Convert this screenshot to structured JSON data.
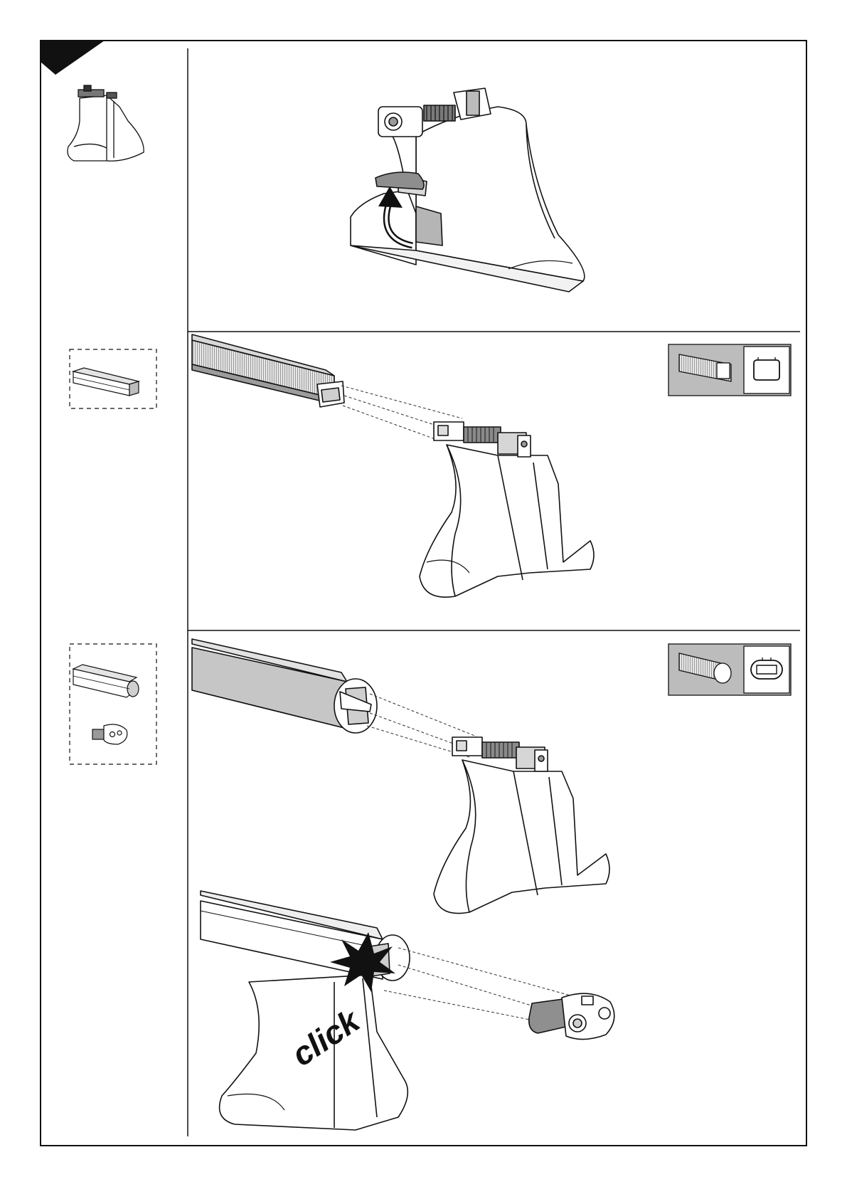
{
  "page": {
    "background": "#ffffff",
    "ink": "#111111",
    "grey_fill": "#c4c4c4",
    "light_fill": "#eeeeee",
    "panel_fill": "#bdbdbd"
  },
  "steps": [
    {
      "id": "lift-lock-plate",
      "icons": [
        "roof-foot-icon",
        "curved-arrow-icon"
      ]
    },
    {
      "id": "insert-square-bar",
      "icons": [
        "square-bar-icon",
        "square-profile-icon"
      ]
    },
    {
      "id": "insert-aero-bar-and-adapter",
      "icons": [
        "aero-bar-icon",
        "aero-profile-icon",
        "t-adapter-icon"
      ]
    }
  ],
  "click_label": "click"
}
